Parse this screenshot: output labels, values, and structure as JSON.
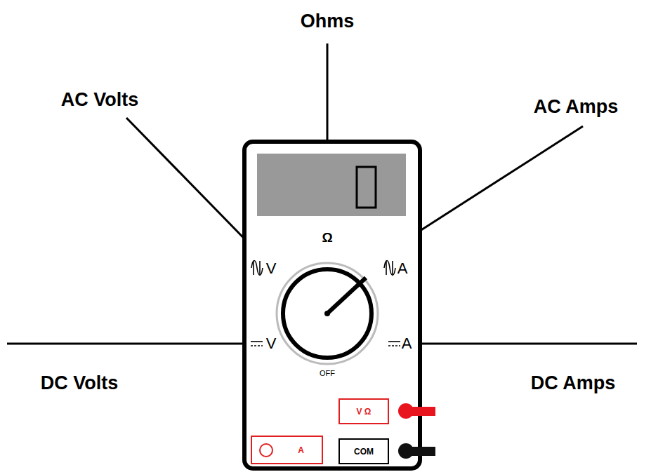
{
  "diagram": {
    "nodes": [
      {
        "text": [
          "V Ω"
        ]
      },
      {
        "text": [
          "A"
        ]
      },
      {
        "text": [
          "COM"
        ]
      }
    ],
    "labels": [
      "Ohms",
      "AC Volts",
      "AC Amps",
      "DC Volts",
      "DC Amps",
      "Ω",
      "V",
      "A",
      "V",
      "A",
      "OFF"
    ]
  }
}
